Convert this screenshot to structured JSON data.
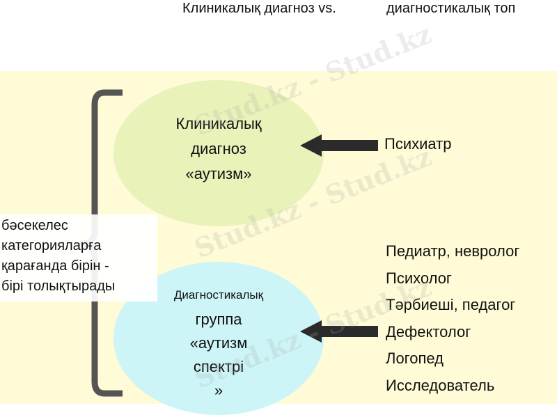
{
  "title": {
    "left": "Клиникалық диагноз vs.",
    "right": "диагностикалық топ"
  },
  "clinical": {
    "lines": [
      "Клиникалық",
      "диагноз",
      "«аутизм»"
    ]
  },
  "diagnostic": {
    "line1": "Диагностикалық",
    "lines": [
      "группа",
      "«аутизм",
      "спектрі",
      "»"
    ]
  },
  "relation": {
    "lines": [
      "бәсекелес",
      "категорияларға",
      "қарағанда бірін -",
      "бірі толықтырады"
    ]
  },
  "clinical_specialist": "Психиатр",
  "group_specialists": [
    "Педиатр, невролог",
    "Психолог",
    "Тәрбиеші, педагог",
    "Дефектолог",
    "Логопед",
    "Исследователь"
  ],
  "watermark_text": "Stud.kz - Stud.kz",
  "colors": {
    "band": "#fefbd6",
    "clinical_ellipse": "#e9f2b8",
    "group_ellipse": "#cdf5f7",
    "arrow": "#2b2b2b",
    "brace": "#555555"
  }
}
